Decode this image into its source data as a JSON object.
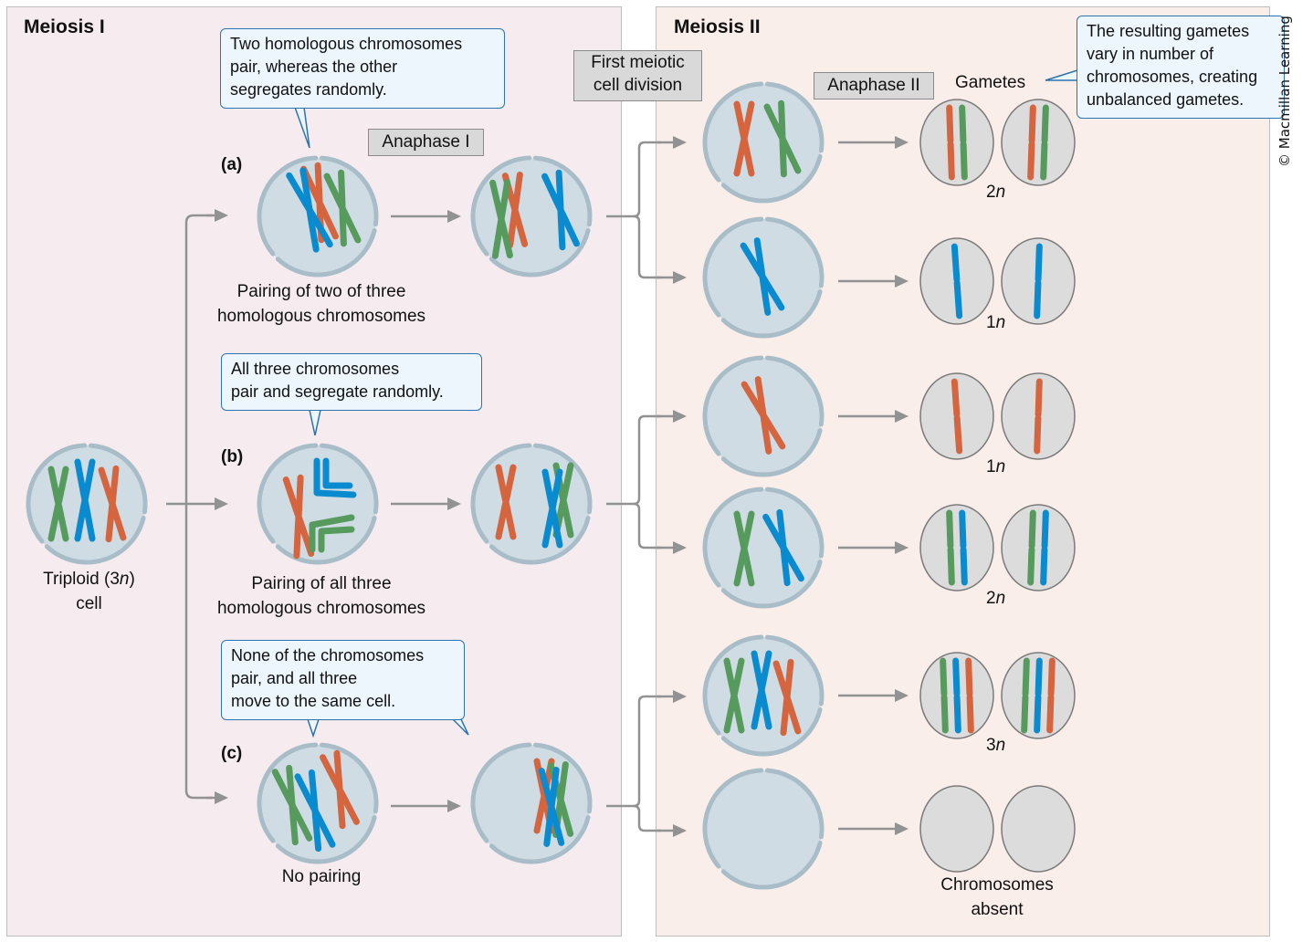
{
  "panels": {
    "meiosis1": {
      "title": "Meiosis I"
    },
    "meiosis2": {
      "title": "Meiosis II"
    }
  },
  "stage_labels": {
    "anaphase1": "Anaphase I",
    "first_division": [
      "First meiotic",
      "cell division"
    ],
    "anaphase2": "Anaphase II",
    "gametes": "Gametes"
  },
  "start_cell": {
    "label_line1_pre": "Triploid (3",
    "label_line1_italic": "n",
    "label_line1_post": ")",
    "label_line2": "cell"
  },
  "scenarios": [
    {
      "letter": "(a)",
      "callout": [
        "Two homologous chromosomes",
        "pair, whereas the other",
        "segregates randomly."
      ],
      "caption": [
        "Pairing of two of three",
        "homologous chromosomes"
      ]
    },
    {
      "letter": "(b)",
      "callout": [
        "All three chromosomes",
        "pair and segregate randomly."
      ],
      "caption": [
        "Pairing of all three",
        "homologous chromosomes"
      ]
    },
    {
      "letter": "(c)",
      "callout": [
        "None of the chromosomes",
        "pair, and all three",
        "move to the same cell."
      ],
      "caption": [
        "No pairing"
      ]
    }
  ],
  "gamete_outcomes": [
    {
      "num": "2",
      "var": "n",
      "chromosomes": [
        "red",
        "green"
      ]
    },
    {
      "num": "1",
      "var": "n",
      "chromosomes": [
        "blue"
      ]
    },
    {
      "num": "1",
      "var": "n",
      "chromosomes": [
        "red"
      ]
    },
    {
      "num": "2",
      "var": "n",
      "chromosomes": [
        "green",
        "blue"
      ]
    },
    {
      "num": "3",
      "var": "n",
      "chromosomes": [
        "green",
        "blue",
        "red"
      ]
    },
    {
      "label": [
        "Chromosomes",
        "absent"
      ],
      "chromosomes": []
    }
  ],
  "gametes_callout": [
    "The resulting gametes",
    "vary in number of",
    "chromosomes, creating",
    "unbalanced gametes."
  ],
  "copyright": "© Macmillan Learning",
  "colors": {
    "red": "#d4653f",
    "green": "#569a5e",
    "blue": "#0a8bd0",
    "cell_fill": "#cfdce4",
    "cell_membrane": "#a9bdc9",
    "gamete_fill": "#dcdcdc",
    "gamete_stroke": "#7a7a7a",
    "arrow": "#929292",
    "callout_border": "#2d73b0"
  }
}
